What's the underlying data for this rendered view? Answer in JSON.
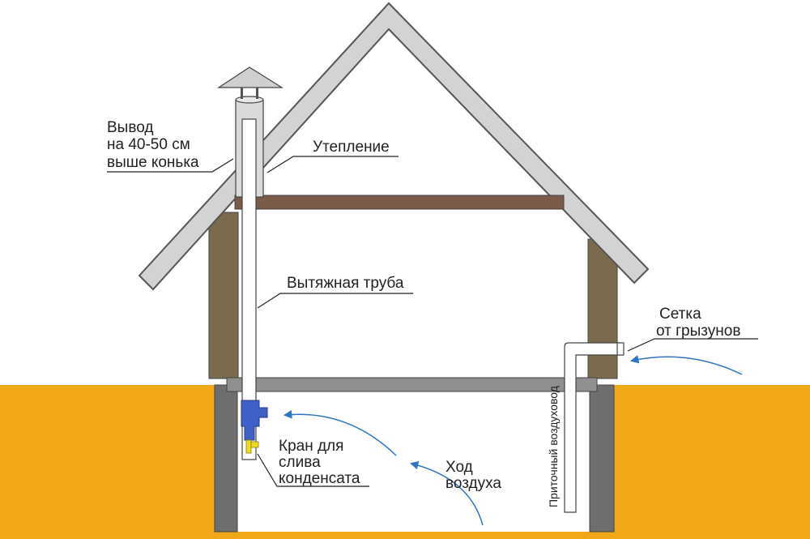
{
  "labels": {
    "vyvod": [
      "Вывод",
      "на 40-50 см",
      "выше конька"
    ],
    "uteplenie": "Утепление",
    "vytyazhnaya": "Вытяжная труба",
    "setka": [
      "Сетка",
      "от грызунов"
    ],
    "pritochny": "Приточный воздуховод",
    "kran": [
      "Кран для",
      "слива",
      "конденсата"
    ],
    "hod": [
      "Ход",
      "воздуха"
    ]
  },
  "colors": {
    "ground": "#F0A818",
    "roof": "#D3D3D3",
    "roof_outline": "#555555",
    "wall": "#7A6A4E",
    "ceiling_beam": "#7A5A48",
    "floor_slab": "#8F8F8F",
    "basement_wall": "#6E6E6E",
    "airflow_arrow": "#2F74C0",
    "valve": "#3F5FC9",
    "valve_key": "#EEDD22",
    "pipe": "#FFFFFF"
  }
}
